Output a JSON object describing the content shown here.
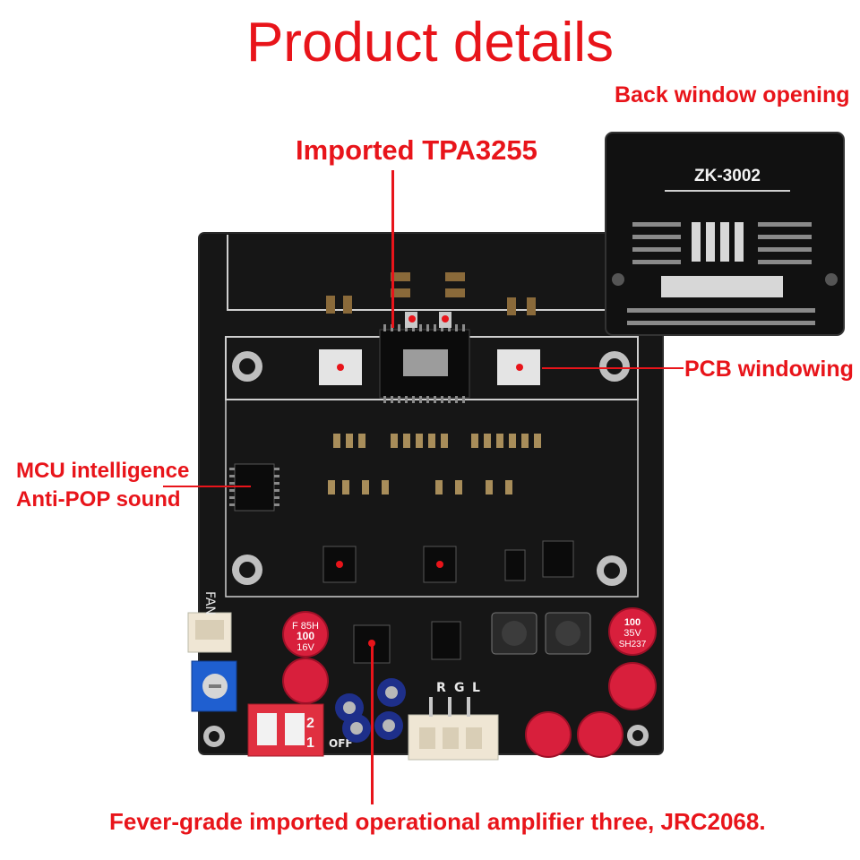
{
  "title": "Product details",
  "labels": {
    "back_window": "Back window opening",
    "tpa": "Imported TPA3255",
    "pcb_window": "PCB windowing",
    "mcu_line1": "MCU intelligence",
    "mcu_line2": "Anti-POP sound",
    "opamp": "Fever-grade imported operational amplifier three, JRC2068."
  },
  "board": {
    "model": "ZK-3002",
    "fan_label": "FAN",
    "output_labels": [
      "R",
      "G",
      "L"
    ],
    "switch_numbers": [
      "1",
      "2"
    ],
    "off_label": "OFF",
    "caps_left": [
      "F 85H",
      "100",
      "16V"
    ],
    "caps_right": [
      "100",
      "35V",
      "SH237"
    ]
  },
  "colors": {
    "accent": "#e8141a",
    "pcb": "#141414",
    "cap_red": "#d81f3c",
    "cap_blue": "#1e2f8a",
    "pot_blue": "#1f5fd0",
    "connector": "#efe6d4"
  }
}
